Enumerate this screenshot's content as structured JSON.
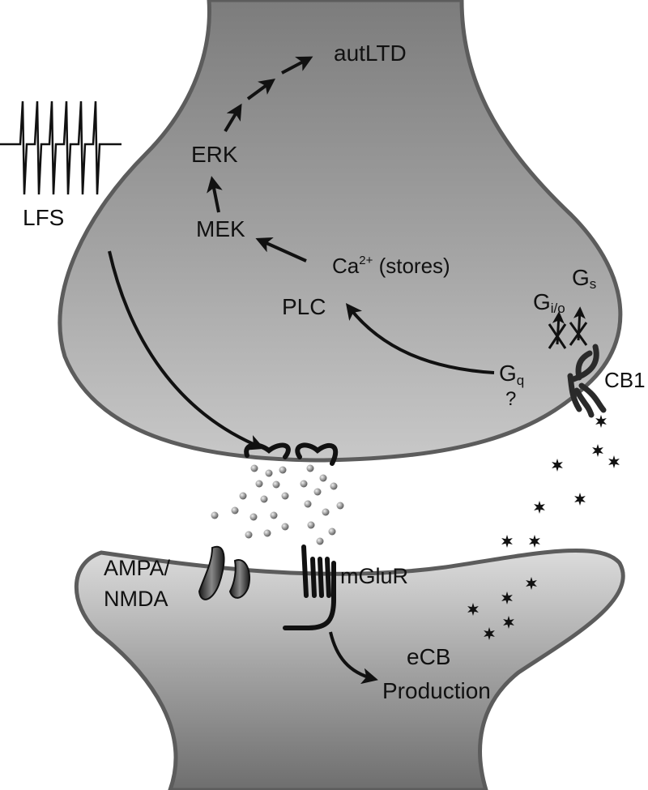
{
  "labels": {
    "autLTD": "autLTD",
    "ERK": "ERK",
    "MEK": "MEK",
    "LFS": "LFS",
    "Ca": "Ca",
    "Ca_sup": "2+",
    "stores": " (stores)",
    "PLC": "PLC",
    "G": "G",
    "io": "i/o",
    "s": "s",
    "q": "q",
    "question": "?",
    "CB1": "CB1",
    "AMPA": "AMPA/",
    "NMDA": "NMDA",
    "mGluR": "mGluR",
    "eCB": "eCB",
    "Production": "Production"
  },
  "colors": {
    "presynaptic": "#9a9a9a",
    "postsynaptic": "#8c8c8c",
    "outline": "#5c5c5c",
    "ink": "#111111"
  }
}
